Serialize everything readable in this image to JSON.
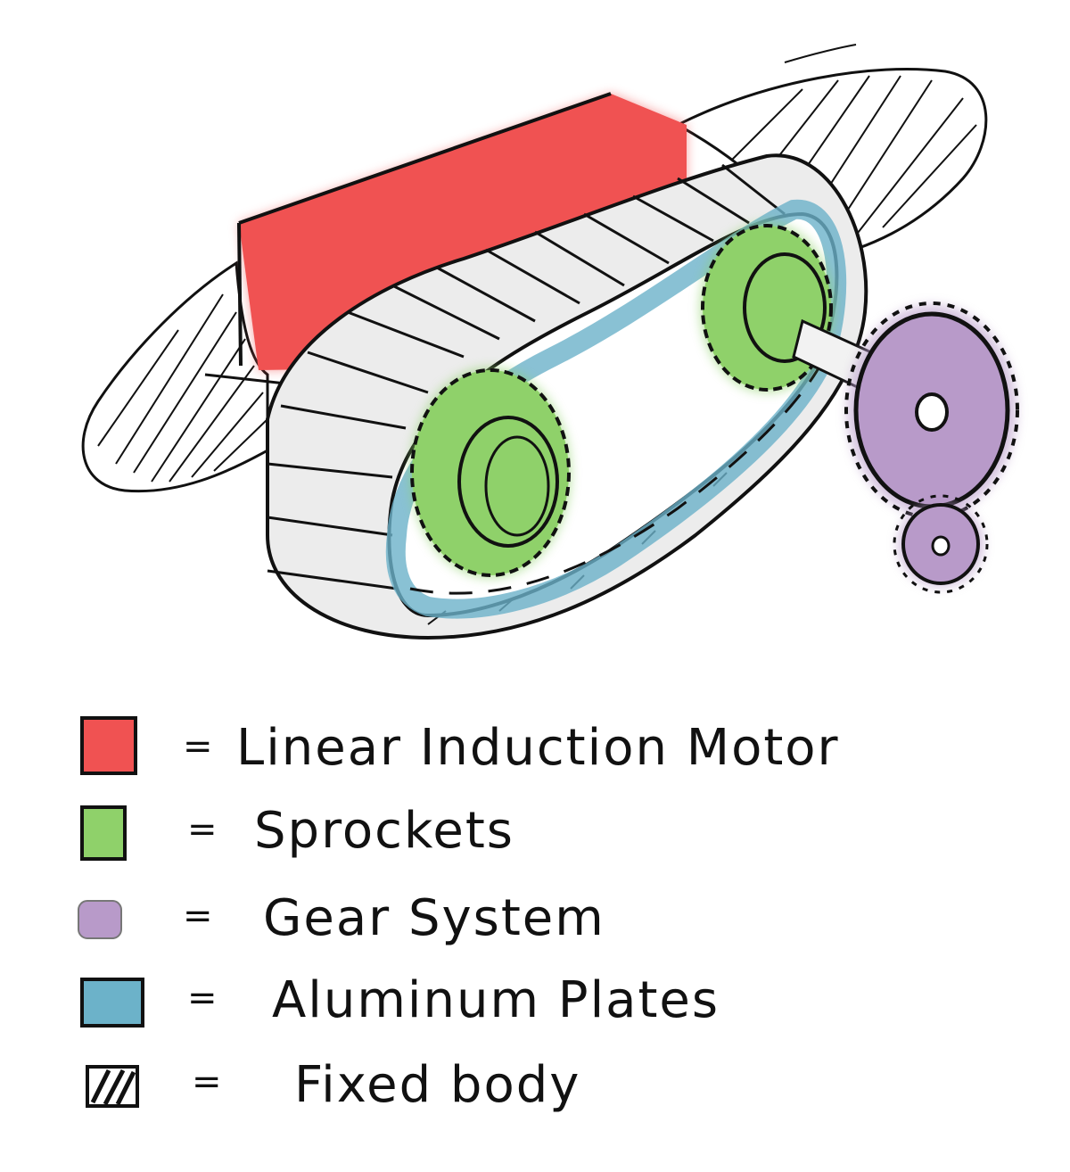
{
  "colors": {
    "motor": "#f05252",
    "sprockets": "#8fd16a",
    "gears": "#b89ac9",
    "plates": "#6cb2c9",
    "track": "#ececec",
    "ink": "#111111"
  },
  "legend": {
    "items": [
      {
        "swatch": "motor",
        "eq": "=",
        "label": "Linear Induction Motor"
      },
      {
        "swatch": "sprockets",
        "eq": "=",
        "label": "Sprockets"
      },
      {
        "swatch": "gears",
        "eq": "=",
        "label": "Gear System"
      },
      {
        "swatch": "plates",
        "eq": "=",
        "label": "Aluminum Plates"
      },
      {
        "swatch": "hatch",
        "eq": "=",
        "label": "Fixed body"
      }
    ]
  }
}
